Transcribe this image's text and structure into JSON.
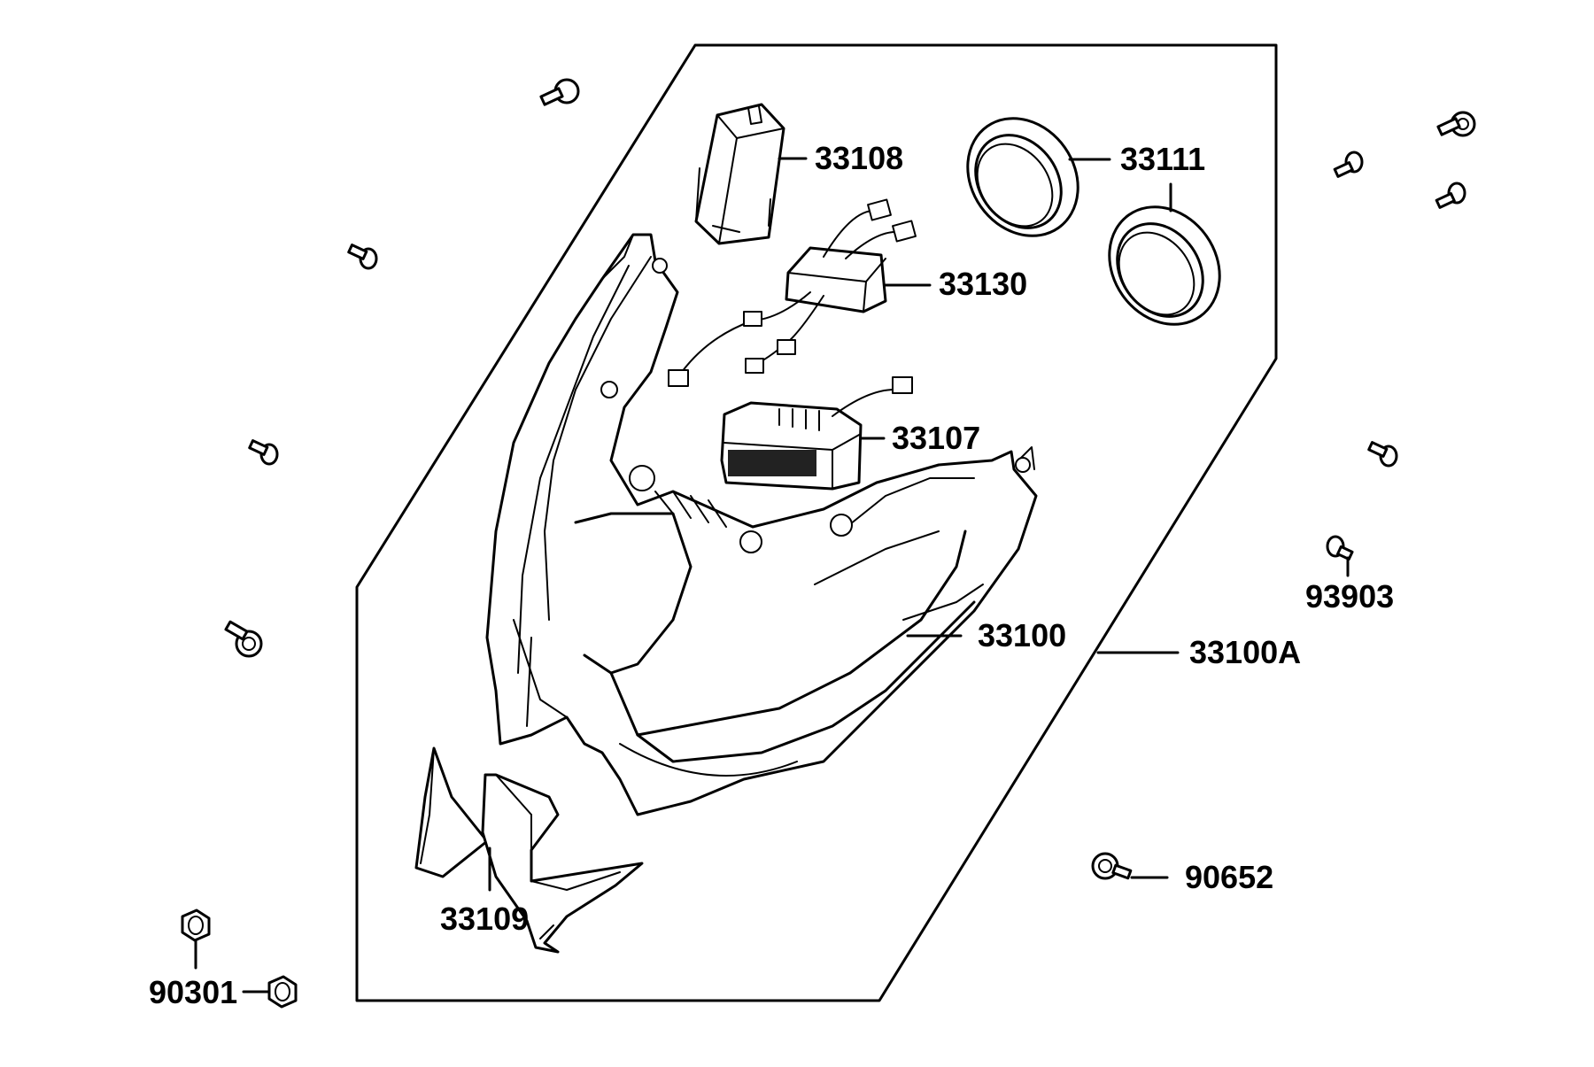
{
  "callouts": {
    "p33108": "33108",
    "p33111": "33111",
    "p33130": "33130",
    "p33107": "33107",
    "p33100": "33100",
    "p33100A": "33100A",
    "p93903": "93903",
    "p33109": "33109",
    "p90652": "90652",
    "p90301": "90301"
  }
}
